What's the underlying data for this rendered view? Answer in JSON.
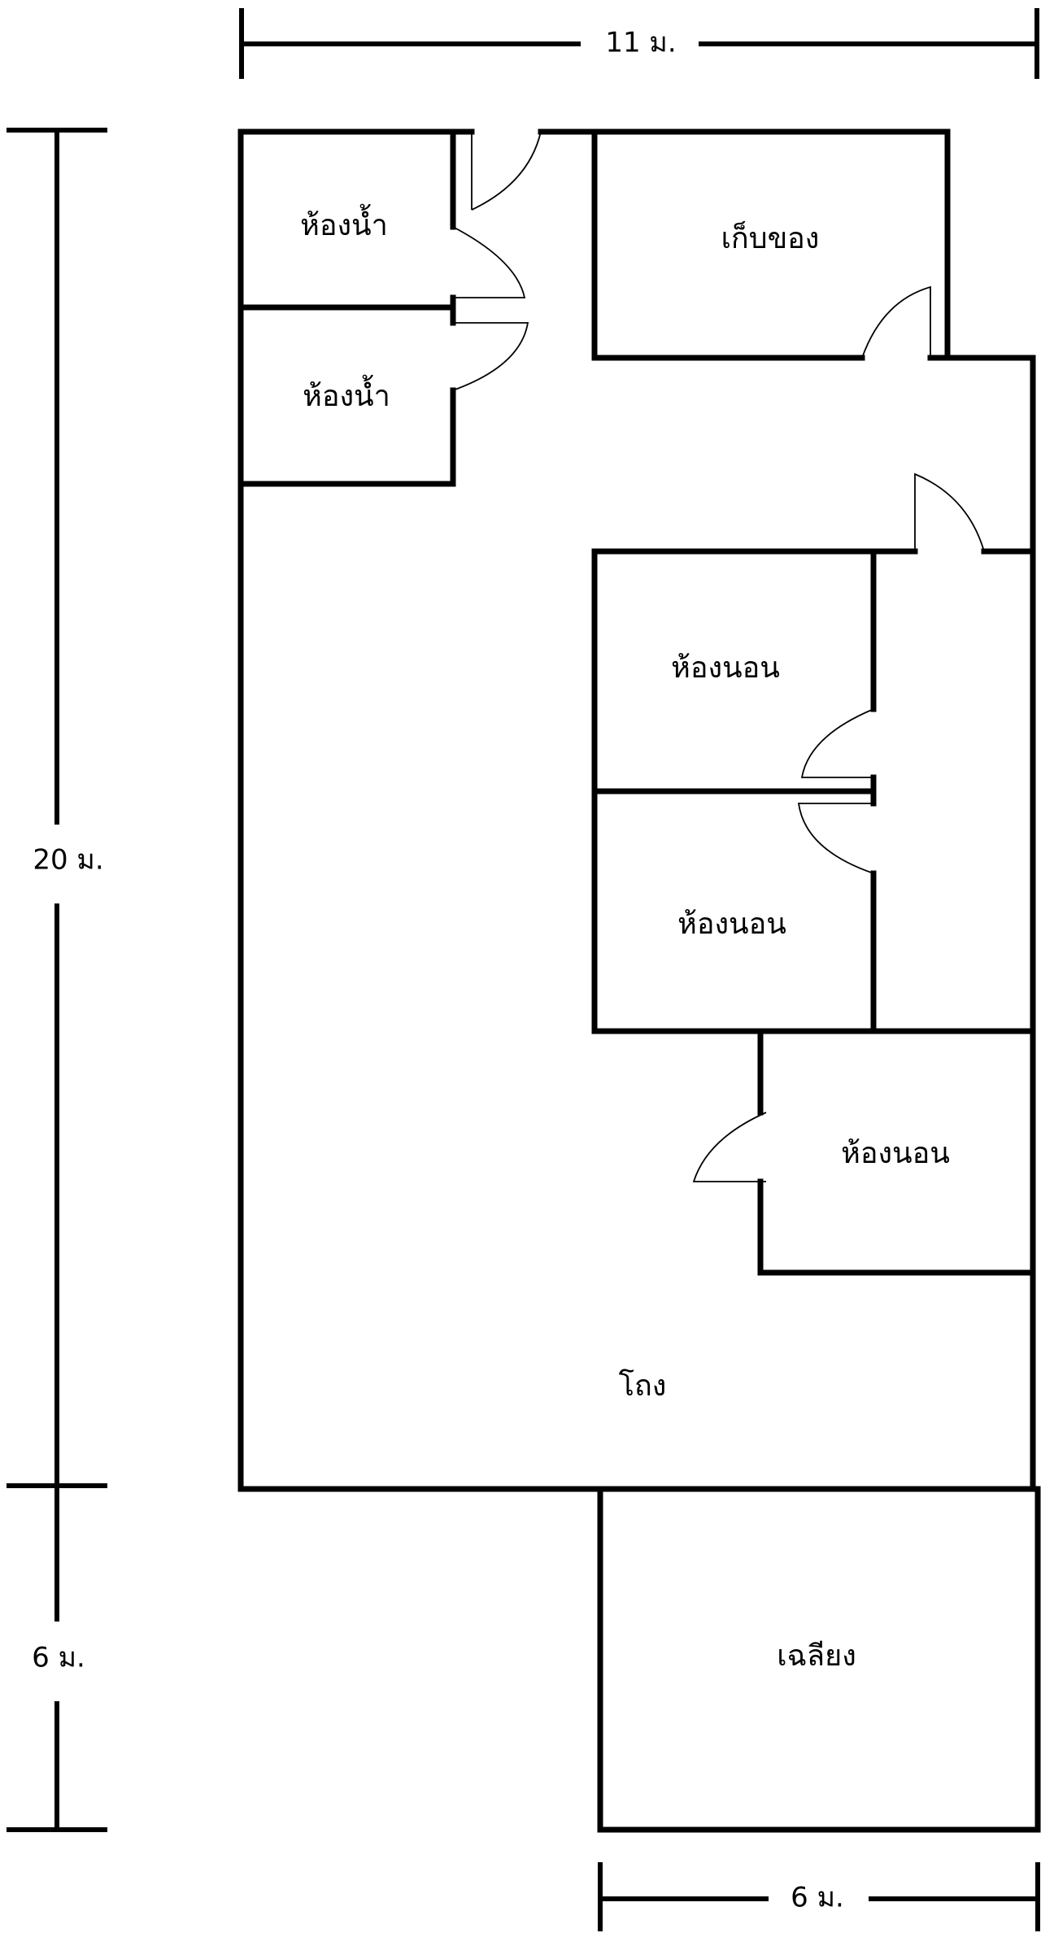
{
  "dimensions": {
    "top_width": "11 ม.",
    "left_main_height": "20 ม.",
    "left_terrace_height": "6 ม.",
    "bottom_terrace_width": "6 ม."
  },
  "rooms": {
    "bathroom_1": "ห้องน้ำ",
    "bathroom_2": "ห้องน้ำ",
    "storage": "เก็บของ",
    "bedroom_1": "ห้องนอน",
    "bedroom_2": "ห้องนอน",
    "bedroom_3": "ห้องนอน",
    "hall": "โถง",
    "terrace": "เฉลียง"
  }
}
